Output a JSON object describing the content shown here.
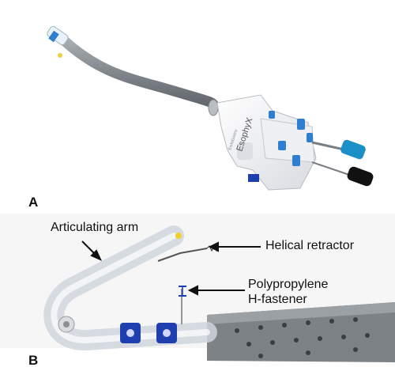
{
  "panels": {
    "a": {
      "label": "A"
    },
    "b": {
      "label": "B"
    }
  },
  "annotations": {
    "articulating_arm": "Articulating arm",
    "helical_retractor": "Helical retractor",
    "h_fastener_line1": "Polypropylene",
    "h_fastener_line2": "H-fastener"
  },
  "device_text": {
    "brand": "EsophyX",
    "maker": "EndoGastric"
  },
  "colors": {
    "tube_gray": "#8a8f93",
    "handle_white": "#f2f3f5",
    "cap_blue": "#2f7fd0",
    "clip_blue": "#1f3fae",
    "knob_teal": "#1b8fc8",
    "knob_black": "#111111",
    "background_b": "#f6f6f6"
  }
}
